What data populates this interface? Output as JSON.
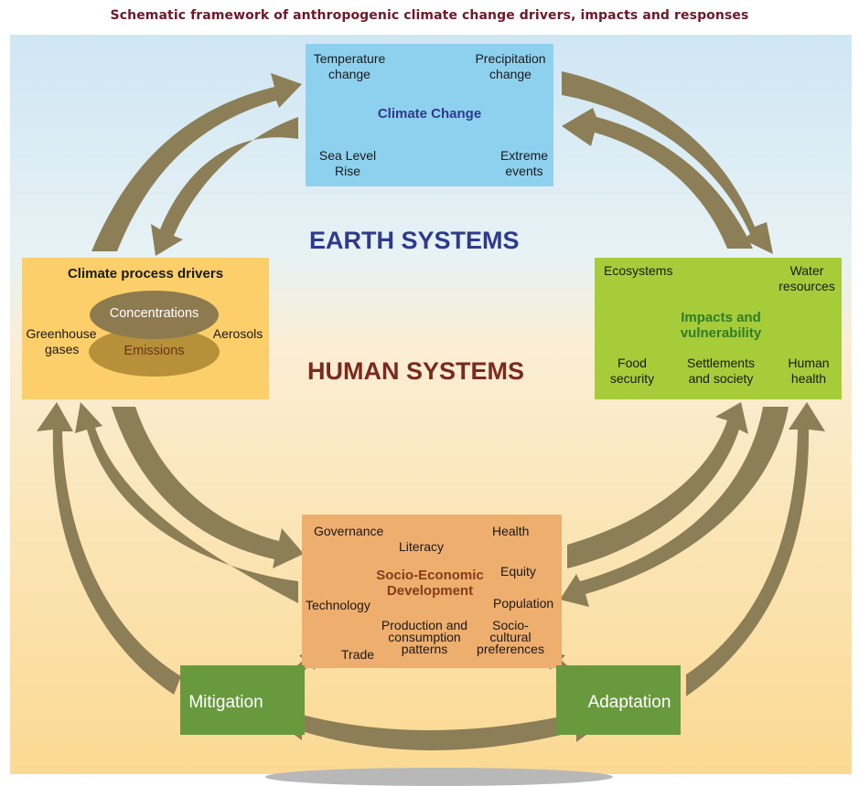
{
  "title": "Schematic framework of anthropogenic climate change drivers, impacts and responses",
  "labels": {
    "earth_systems": "EARTH SYSTEMS",
    "human_systems": "HUMAN SYSTEMS"
  },
  "climate_change": {
    "heading": "Climate Change",
    "temperature": [
      "Temperature",
      "change"
    ],
    "precipitation": [
      "Precipitation",
      "change"
    ],
    "sea_level": [
      "Sea Level",
      "Rise"
    ],
    "extreme": [
      "Extreme",
      "events"
    ]
  },
  "drivers": {
    "heading": "Climate process drivers",
    "concentrations": "Concentrations",
    "emissions": "Emissions",
    "greenhouse": [
      "Greenhouse",
      "gases"
    ],
    "aerosols": "Aerosols"
  },
  "impacts": {
    "heading": [
      "Impacts and",
      "vulnerability"
    ],
    "ecosystems": "Ecosystems",
    "water": [
      "Water",
      "resources"
    ],
    "food": [
      "Food",
      "security"
    ],
    "settlements": [
      "Settlements",
      "and society"
    ],
    "health": [
      "Human",
      "health"
    ]
  },
  "socio": {
    "heading": [
      "Socio-Economic",
      "Development"
    ],
    "governance": "Governance",
    "literacy": "Literacy",
    "health": "Health",
    "equity": "Equity",
    "technology": "Technology",
    "population": "Population",
    "production": [
      "Production and",
      "consumption",
      "patterns"
    ],
    "cultural": [
      "Socio-",
      "cultural",
      "preferences"
    ],
    "trade": "Trade"
  },
  "mitigation": "Mitigation",
  "adaptation": "Adaptation",
  "colors": {
    "arrow": "#8c7e57",
    "climate_box": "#8ed1ef",
    "drivers_box": "#fccf6a",
    "impacts_box": "#a6cc3a",
    "socio_box": "#eeae6e",
    "response_box": "#69993d",
    "earth_text": "#2e3a8c",
    "human_text": "#7a2a1e",
    "impacts_heading": "#2f7d28",
    "socio_heading": "#8a3a1a"
  }
}
